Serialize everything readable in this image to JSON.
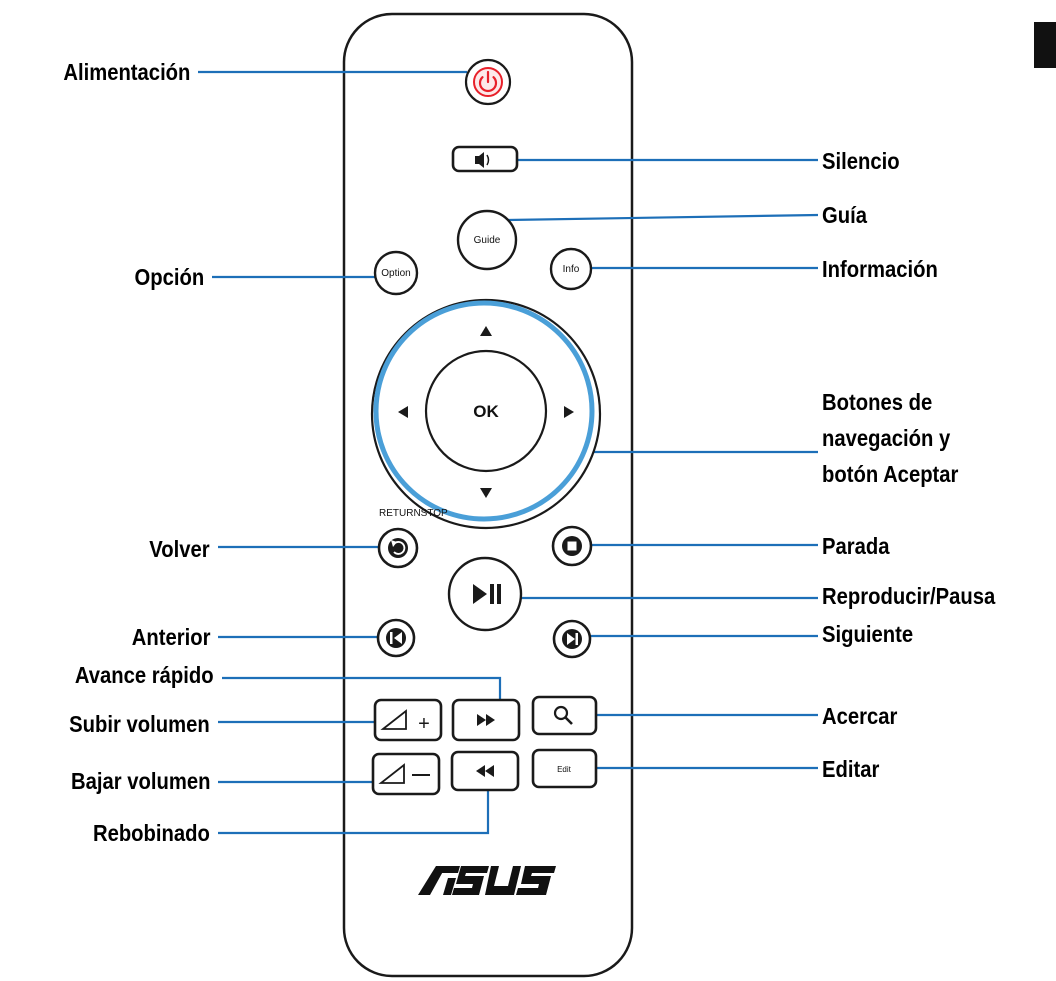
{
  "labels": {
    "power": "Alimentación",
    "mute": "Silencio",
    "guide": "Guía",
    "option": "Opción",
    "info": "Información",
    "navigation": [
      "Botones de",
      "navegación y",
      "botón Aceptar"
    ],
    "stop": "Parada",
    "back": "Volver",
    "play_pause": "Reproducir/Pausa",
    "previous": "Anterior",
    "next": "Siguiente",
    "fast_forward": "Avance rápido",
    "volume_up": "Subir volumen",
    "zoom": "Acercar",
    "volume_down": "Bajar volumen",
    "edit": "Editar",
    "rewind": "Rebobinado"
  },
  "buttons": {
    "guide": "Guide",
    "option": "Option",
    "info": "Info",
    "ok": "OK",
    "return_stop": "RETURNSTOP",
    "edit": "Edit",
    "brand": "ASUS"
  },
  "colors": {
    "leader_line": "#1d6fb8",
    "nav_ring": "#4a9fd8",
    "power": "#e8202a",
    "outline": "#1a1a1a"
  }
}
